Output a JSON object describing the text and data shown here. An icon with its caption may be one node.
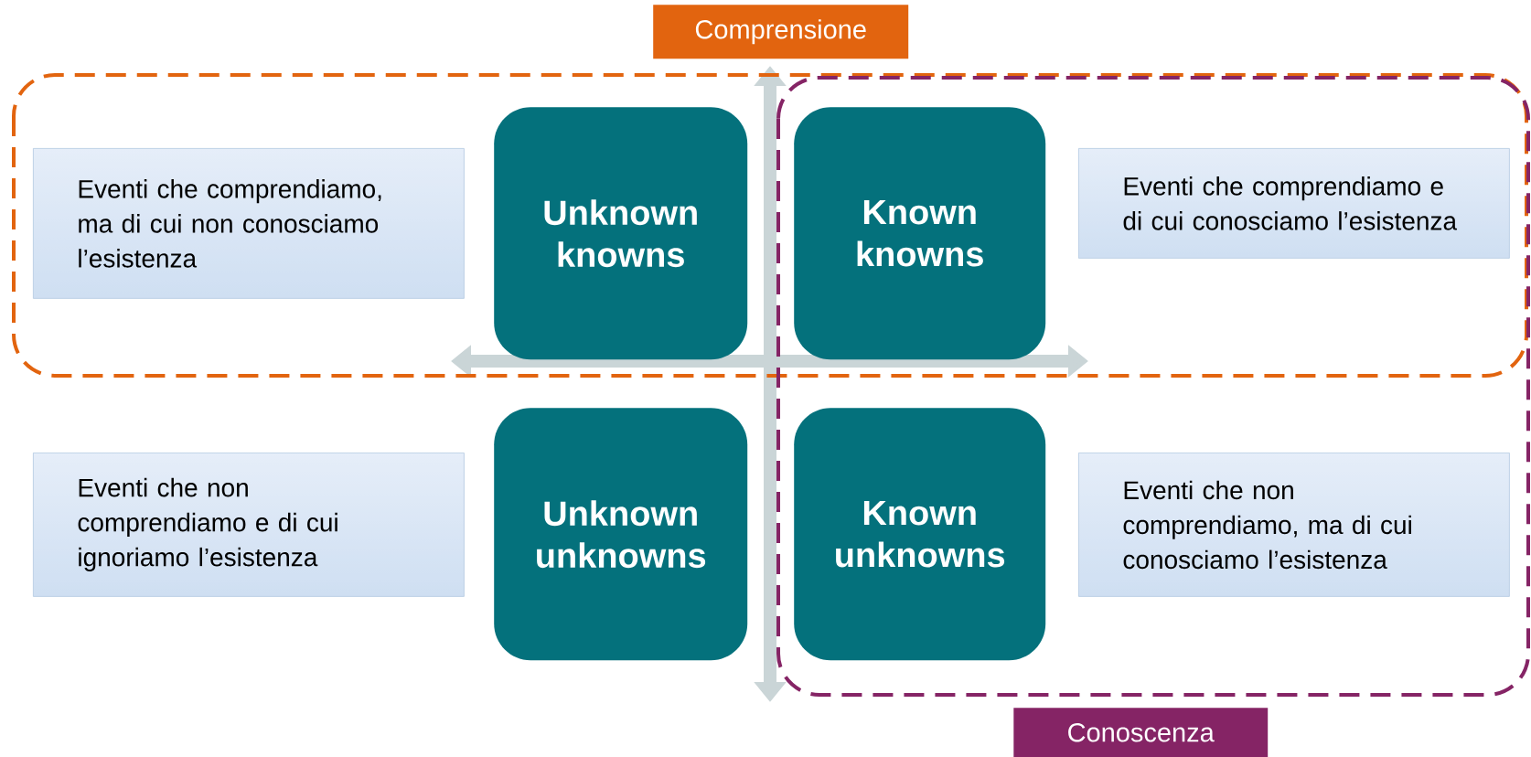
{
  "diagram": {
    "nodes": [
      {
        "text": [
          "Comprensione"
        ]
      },
      {
        "text": [
          "Conoscenza"
        ]
      },
      {
        "text": [
          "Unknown knowns"
        ]
      },
      {
        "text": [
          "Known knowns"
        ]
      },
      {
        "text": [
          "Eventi che comprendiamo, ma di cui non conosciamo l’esistenza"
        ]
      },
      {
        "text": [
          "Eventi che comprendiamo e di cui conosciamo l’esistenza"
        ]
      },
      {
        "text": [
          "Unknown unknowns"
        ]
      },
      {
        "text": [
          "Known unknowns"
        ]
      },
      {
        "text": [
          "Eventi che non comprendiamo e di cui ignoriamo l’esistenza"
        ]
      },
      {
        "text": [
          "Eventi che non comprendiamo, ma di cui conosciamo l’esistenza"
        ]
      }
    ]
  }
}
